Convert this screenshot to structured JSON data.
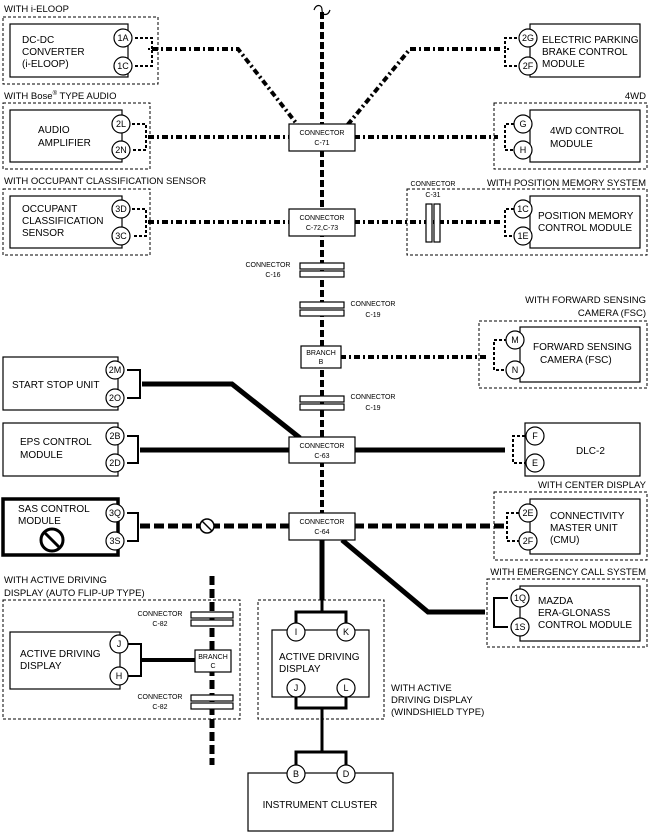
{
  "groups": {
    "eloop": "WITH i-ELOOP",
    "bose": "WITH Bose",
    "bose_reg": "®",
    "bose_tail": " TYPE AUDIO",
    "fourwd": "4WD",
    "ocs": "WITH OCCUPANT CLASSIFICATION SENSOR",
    "posmem": "WITH POSITION MEMORY SYSTEM",
    "fsc_1": "WITH FORWARD SENSING",
    "fsc_2": "CAMERA (FSC)",
    "center_display": "WITH CENTER DISPLAY",
    "emergency": "WITH EMERGENCY CALL SYSTEM",
    "adf_1": "WITH ACTIVE DRIVING",
    "adf_2": "DISPLAY (AUTO FLIP-UP TYPE)",
    "adw_1": "WITH ACTIVE",
    "adw_2": "DRIVING DISPLAY",
    "adw_3": "(WINDSHIELD TYPE)"
  },
  "modules": {
    "dcdc": [
      "DC-DC",
      "CONVERTER",
      "(i-ELOOP)"
    ],
    "epb": [
      "ELECTRIC PARKING",
      "BRAKE CONTROL",
      "MODULE"
    ],
    "audio": [
      "AUDIO",
      "AMPLIFIER"
    ],
    "fourwd": [
      "4WD CONTROL",
      "MODULE"
    ],
    "ocs": [
      "OCCUPANT",
      "CLASSIFICATION",
      "SENSOR"
    ],
    "posmem": [
      "POSITION MEMORY",
      "CONTROL MODULE"
    ],
    "fsc": [
      "FORWARD SENSING",
      "CAMERA (FSC)"
    ],
    "startstop": [
      "START STOP UNIT"
    ],
    "eps": [
      "EPS CONTROL",
      "MODULE"
    ],
    "dlc": [
      "DLC-2"
    ],
    "sas": [
      "SAS CONTROL",
      "MODULE"
    ],
    "cmu": [
      "CONNECTIVITY",
      "MASTER UNIT",
      "(CMU)"
    ],
    "era": [
      "MAZDA",
      "ERA-GLONASS",
      "CONTROL MODULE"
    ],
    "adf": [
      "ACTIVE DRIVING",
      "DISPLAY"
    ],
    "adw": [
      "ACTIVE DRIVING",
      "DISPLAY"
    ],
    "cluster": [
      "INSTRUMENT CLUSTER"
    ]
  },
  "pins": {
    "dcdc": [
      "1A",
      "1C"
    ],
    "epb": [
      "2G",
      "2F"
    ],
    "audio": [
      "2L",
      "2N"
    ],
    "fourwd": [
      "G",
      "H"
    ],
    "ocs": [
      "3D",
      "3C"
    ],
    "posmem": [
      "1C",
      "1E"
    ],
    "fsc": [
      "M",
      "N"
    ],
    "startstop": [
      "2M",
      "2O"
    ],
    "eps": [
      "2B",
      "2D"
    ],
    "dlc": [
      "F",
      "E"
    ],
    "sas": [
      "3Q",
      "3S"
    ],
    "cmu": [
      "2E",
      "2F"
    ],
    "era": [
      "1Q",
      "1S"
    ],
    "adf": [
      "J",
      "H"
    ],
    "adw": [
      "I",
      "K",
      "J",
      "L"
    ],
    "cluster": [
      "B",
      "D"
    ]
  },
  "connectors": {
    "c71": [
      "CONNECTOR",
      "C-71"
    ],
    "c7273": [
      "CONNECTOR",
      "C-72,C-73"
    ],
    "c63": [
      "CONNECTOR",
      "C-63"
    ],
    "c64": [
      "CONNECTOR",
      "C-64"
    ],
    "c31": [
      "CONNECTOR",
      "C-31"
    ],
    "c16": [
      "CONNECTOR",
      "C-16"
    ],
    "c19a": [
      "CONNECTOR",
      "C-19"
    ],
    "c19b": [
      "CONNECTOR",
      "C-19"
    ],
    "c82a": [
      "CONNECTOR",
      "C-82"
    ],
    "c82b": [
      "CONNECTOR",
      "C-82"
    ],
    "branch_b": [
      "BRANCH",
      "B"
    ],
    "branch_c": [
      "BRANCH",
      "C"
    ]
  }
}
